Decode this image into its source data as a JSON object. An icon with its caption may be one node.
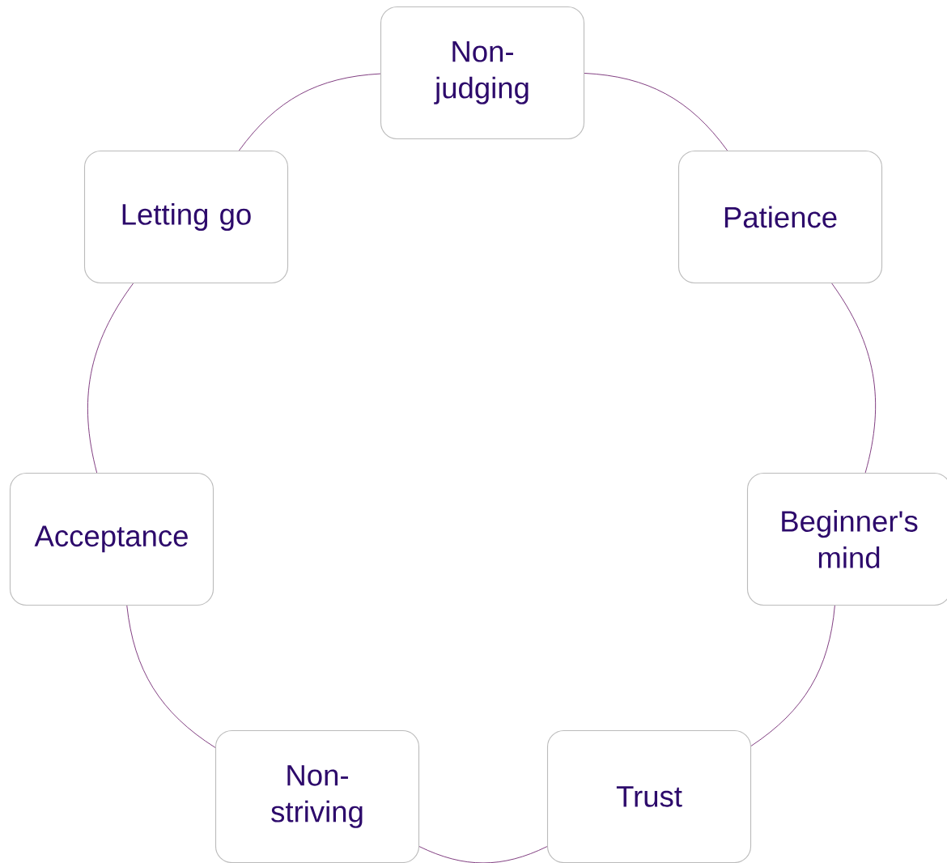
{
  "diagram": {
    "nodes": [
      {
        "text": [
          "Non-judging"
        ]
      },
      {
        "text": [
          "Patience"
        ]
      },
      {
        "text": [
          "Beginner's mind"
        ]
      },
      {
        "text": [
          "Trust"
        ]
      },
      {
        "text": [
          "Non-striving"
        ]
      },
      {
        "text": [
          "Acceptance"
        ]
      },
      {
        "text": [
          "Letting go"
        ]
      }
    ],
    "edges": [
      {
        "from": 0,
        "to": 1,
        "arrow": "none"
      },
      {
        "from": 1,
        "to": 2,
        "arrow": "none"
      },
      {
        "from": 2,
        "to": 3,
        "arrow": "none"
      },
      {
        "from": 3,
        "to": 4,
        "arrow": "none"
      },
      {
        "from": 4,
        "to": 5,
        "arrow": "none"
      },
      {
        "from": 5,
        "to": 6,
        "arrow": "none"
      },
      {
        "from": 6,
        "to": 0,
        "arrow": "none"
      }
    ]
  }
}
